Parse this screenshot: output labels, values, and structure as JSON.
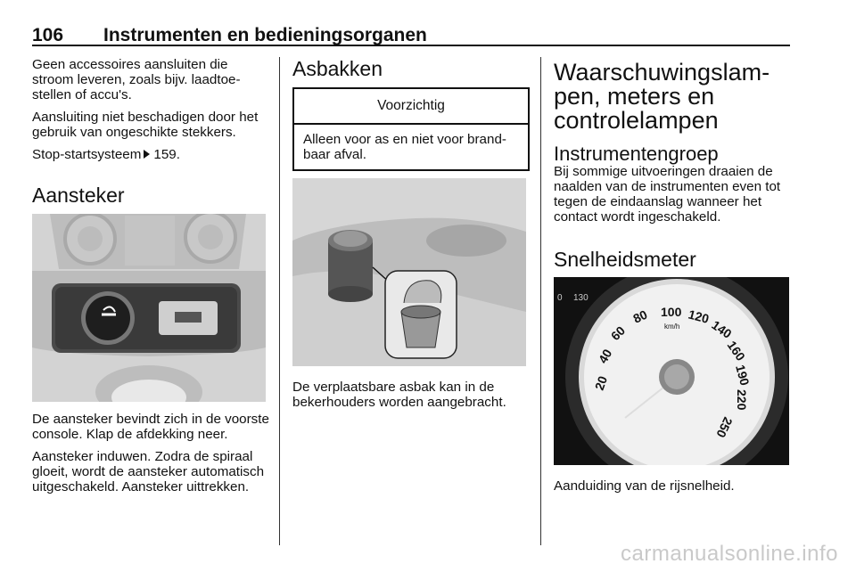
{
  "header": {
    "page_number": "106",
    "title": "Instrumenten en bedieningsorganen"
  },
  "col1": {
    "para1": "Geen accessoires aansluiten die stroom leveren, zoals bijv. laadtoe­stellen of accu's.",
    "para2": "Aansluiting niet beschadigen door het gebruik van ongeschikte stekkers.",
    "para3_text": "Stop-startsysteem",
    "para3_ref": "159.",
    "heading": "Aansteker",
    "caption1": "De aansteker bevindt zich in de voor­ste console. Klap de afdekking neer.",
    "caption2": "Aansteker induwen. Zodra de spiraal gloeit, wordt de aansteker automa­tisch uitgeschakeld. Aansteker uittrekken."
  },
  "col2": {
    "heading": "Asbakken",
    "caution_title": "Voorzichtig",
    "caution_text": "Alleen voor as en niet voor brand­baar afval.",
    "caption": "De verplaatsbare asbak kan in de bekerhouders worden aangebracht."
  },
  "col3": {
    "heading": "Waarschuwingslam­pen, meters en controlelampen",
    "subheading": "Instrumentengroep",
    "para": "Bij sommige uitvoeringen draaien de naalden van de instrumenten even tot tegen de eindaanslag wanneer het contact wordt ingeschakeld.",
    "heading2": "Snelheidsmeter",
    "caption": "Aanduiding van de rijsnelheid.",
    "speedo_top_labels": [
      "0",
      "130"
    ],
    "speedo_marks": [
      "20",
      "40",
      "60",
      "80",
      "100",
      "120",
      "140",
      "160",
      "190",
      "220",
      "250"
    ],
    "speedo_unit": "km/h"
  },
  "footer": {
    "watermark": "carmanualsonline.info"
  }
}
